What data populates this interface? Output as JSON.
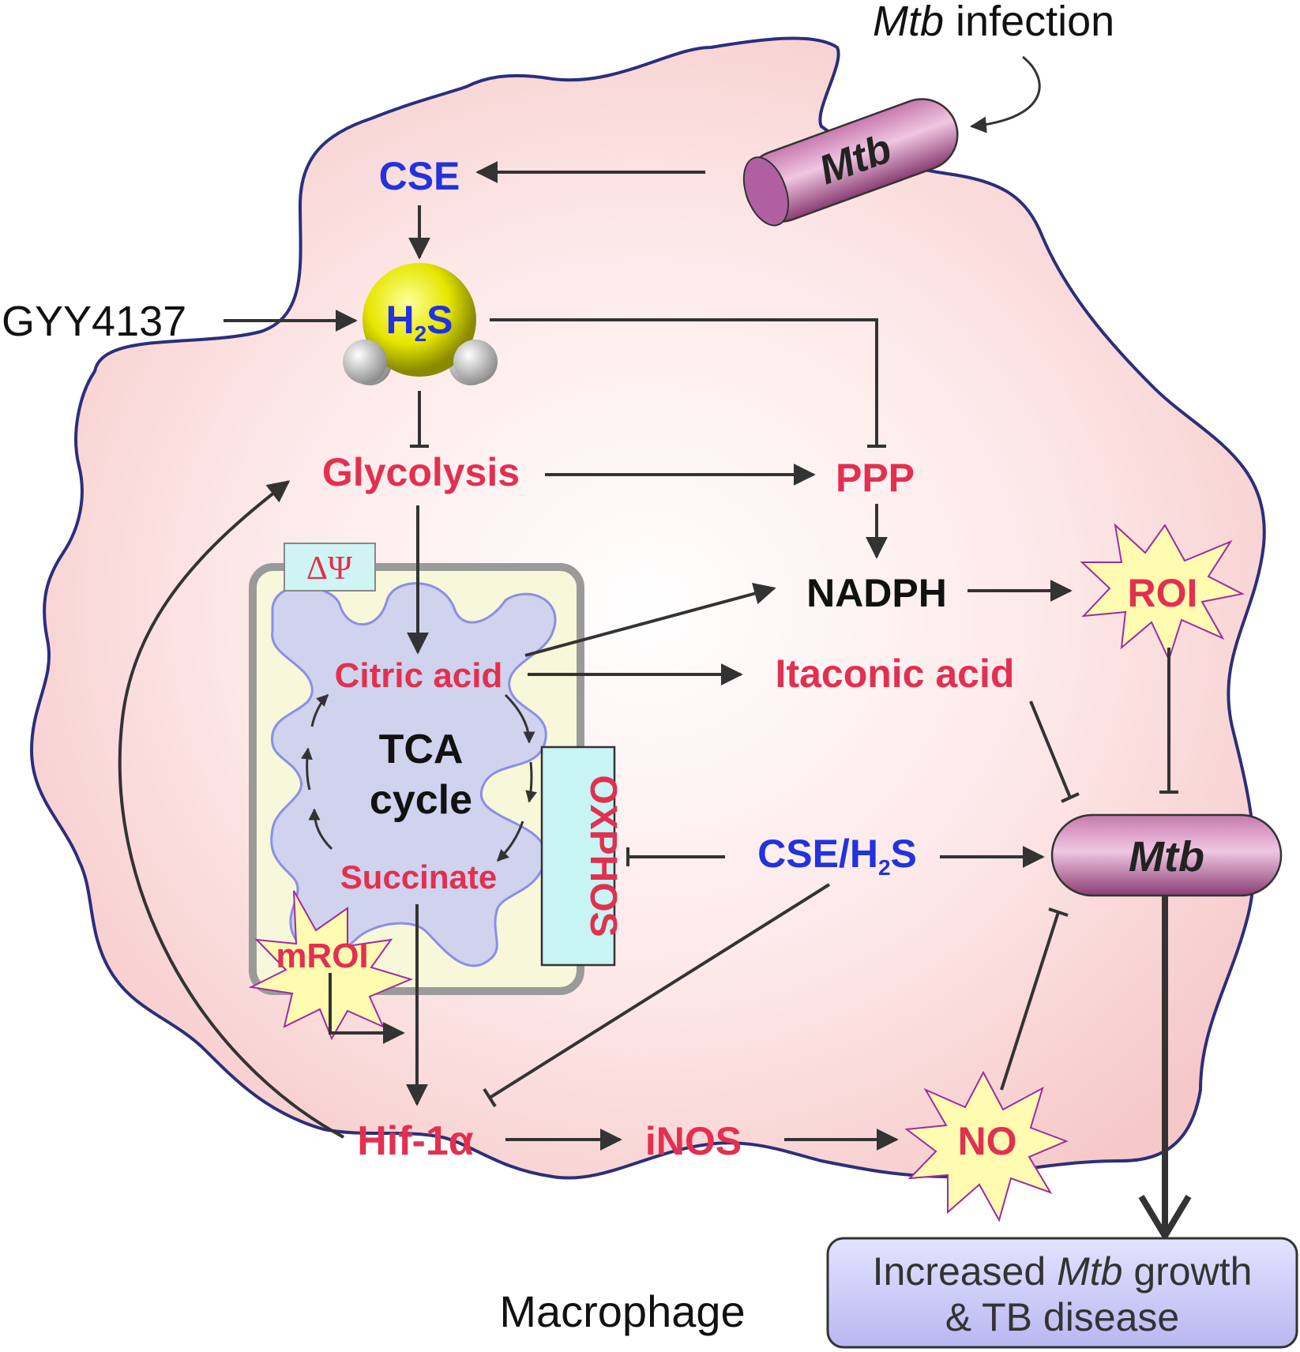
{
  "labels": {
    "infection_italic": "Mtb",
    "infection_rest": " infection",
    "mtb_entering": "Mtb",
    "cse": "CSE",
    "gyy": "GYY4137",
    "h2s_main": "H",
    "h2s_sub": "2",
    "h2s_s": "S",
    "glycolysis": "Glycolysis",
    "ppp": "PPP",
    "nadph": "NADPH",
    "roi": "ROI",
    "delta_psi": "ΔΨ",
    "citric_acid": "Citric acid",
    "itaconic_acid": "Itaconic acid",
    "tca_line1": "TCA",
    "tca_line2": "cycle",
    "oxphos": "OXPHOS",
    "succinate": "Succinate",
    "cse_h2s_main": "CSE/H",
    "cse_h2s_sub": "2",
    "cse_h2s_s": "S",
    "mtb_inside": "Mtb",
    "mroi": "mROI",
    "hif": "Hif-1α",
    "inos": "iNOS",
    "no": "NO",
    "macrophage": "Macrophage",
    "outcome_pre": "Increased ",
    "outcome_italic": "Mtb",
    "outcome_post": " growth",
    "outcome_line2": "& TB disease"
  },
  "colors": {
    "blue_text": "#2233dd",
    "red_text": "#e23050",
    "black_text": "#111111",
    "cell_fill": "#fbdada",
    "cell_stroke": "#2b2f7a",
    "mtb_fill": "#a8558e",
    "star_fill": "#fffbb0",
    "star_stroke": "#a02aa0",
    "mito_fill": "#f7f7da",
    "mito_inner": "#cfd3ee",
    "mito_border": "#9a9a9a",
    "oxphos_box": "#c8f4f4",
    "outcome_box": "#c9c9f6"
  }
}
